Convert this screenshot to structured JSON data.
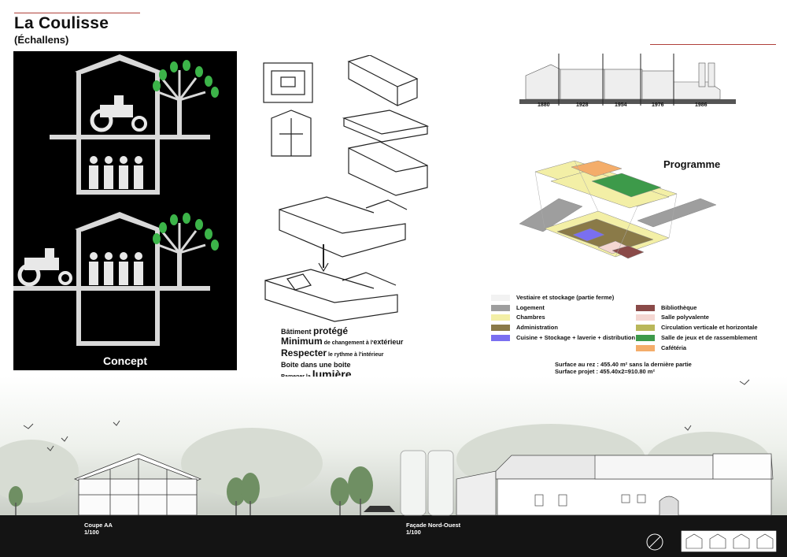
{
  "header": {
    "title": "La Coulisse",
    "subtitle": "(Échallens)"
  },
  "concept": {
    "label": "Concept"
  },
  "sketch_notes": {
    "l1a": "Bâtiment ",
    "l1b": "protégé",
    "l2a": "Minimum",
    "l2b": " de changement à l'",
    "l2c": "extérieur",
    "l3a": "Respecter",
    "l3b": " le rythme à l'intérieur",
    "l4": "Boite dans une boite",
    "l5a": "Ramener la ",
    "l5b": "lumière"
  },
  "timeline": {
    "years": [
      "1880",
      "1928",
      "1954",
      "1976",
      "1986"
    ]
  },
  "programme": {
    "title": "Programme",
    "legend_left": [
      {
        "label": "Vestiaire et stockage (partie ferme)",
        "color": "#f2f2f2"
      },
      {
        "label": "Logement",
        "color": "#9e9e9e"
      },
      {
        "label": "Chambres",
        "color": "#f3efa6"
      },
      {
        "label": "Administration",
        "color": "#8a7a48"
      },
      {
        "label": "Cuisine + Stockage + laverie + distribution",
        "color": "#7a6ff0"
      }
    ],
    "legend_right": [
      {
        "label": "Bibliothèque",
        "color": "#8a4a48"
      },
      {
        "label": "Salle polyvalente",
        "color": "#f4d7d2"
      },
      {
        "label": "Circulation verticale et horizontale",
        "color": "#b9b75a"
      },
      {
        "label": "Salle de jeux et de rassemblement",
        "color": "#3d9a4a"
      },
      {
        "label": "Cafétéria",
        "color": "#f4ad6a"
      }
    ],
    "surface_rez": "Surface au rez : 455.40 m² sans la dernière partie",
    "surface_projet": "Surface projet : 455.40x2=910.80 m²"
  },
  "drawings": {
    "coupe_title": "Coupe AA",
    "coupe_scale": "1/100",
    "facade_title": "Façade Nord-Ouest",
    "facade_scale": "1/100"
  }
}
